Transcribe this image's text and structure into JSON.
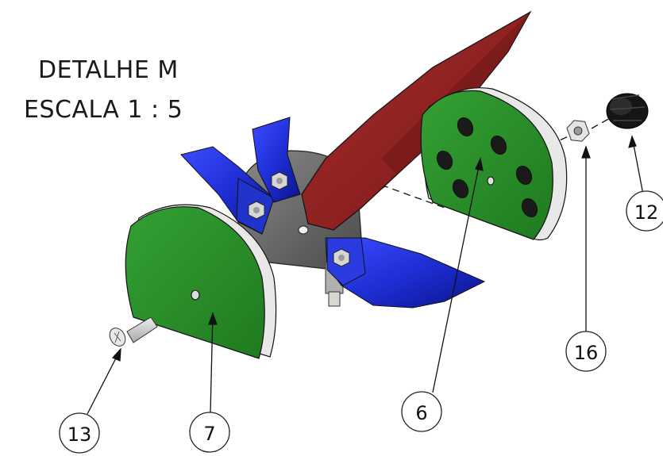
{
  "detail": {
    "title_line1": "DETALHE M",
    "title_line2": "ESCALA 1 : 5"
  },
  "balloons": {
    "b12": "12",
    "b16": "16",
    "b6": "6",
    "b7": "7",
    "b13": "13"
  },
  "colors": {
    "handle": "#8b1f1f",
    "plates": "#2e8b2e",
    "blades": "#1f2fd6",
    "hub": "#6b6b6b",
    "hardware": "#bdbdbd",
    "cap": "#1a1a1a"
  }
}
